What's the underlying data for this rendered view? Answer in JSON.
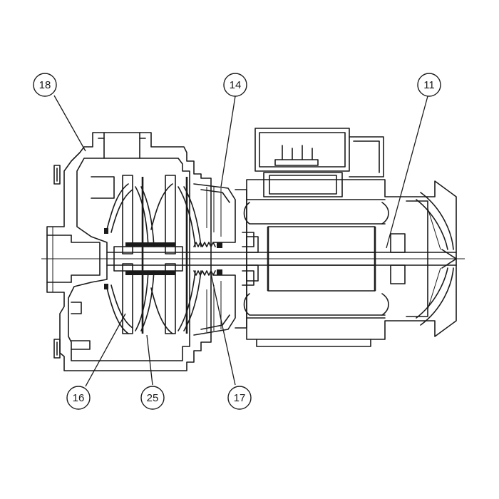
{
  "diagram": {
    "callouts": [
      {
        "id": "c18",
        "label": "18"
      },
      {
        "id": "c14",
        "label": "14"
      },
      {
        "id": "c11",
        "label": "11"
      },
      {
        "id": "c16",
        "label": "16"
      },
      {
        "id": "c25",
        "label": "25"
      },
      {
        "id": "c17",
        "label": "17"
      }
    ]
  }
}
